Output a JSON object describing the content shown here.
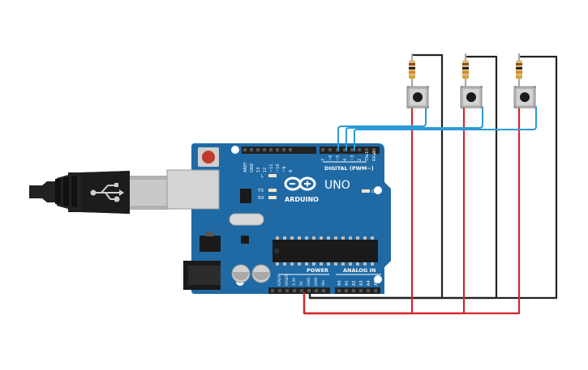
{
  "board": {
    "brand": "ARDUINO",
    "model": "UNO",
    "logo": "arduino-infinity-logo",
    "led_labels": [
      "L",
      "TX",
      "RX"
    ],
    "on_label": "ON",
    "digital_header_label": "DIGITAL (PWM~)",
    "digital_pins": [
      "AREF",
      "GND",
      "13",
      "12",
      "~11",
      "~10",
      "~9",
      "8",
      "7",
      "~6",
      "~5",
      "4",
      "~3",
      "2",
      "TX▸1",
      "RX◂0"
    ],
    "power_header_label": "POWER",
    "power_pins": [
      "IOREF",
      "RESET",
      "3.3V",
      "5V",
      "GND",
      "GND",
      "Vin"
    ],
    "analog_header_label": "ANALOG IN",
    "analog_pins": [
      "A0",
      "A1",
      "A2",
      "A3",
      "A4",
      "A5"
    ]
  },
  "components": {
    "resistors": 3,
    "pushbuttons": 3,
    "usb_cable": "usb-b-connector"
  },
  "wire_colors": {
    "power": "#d6262b",
    "ground": "#222222",
    "signal": "#2a9ad8"
  }
}
